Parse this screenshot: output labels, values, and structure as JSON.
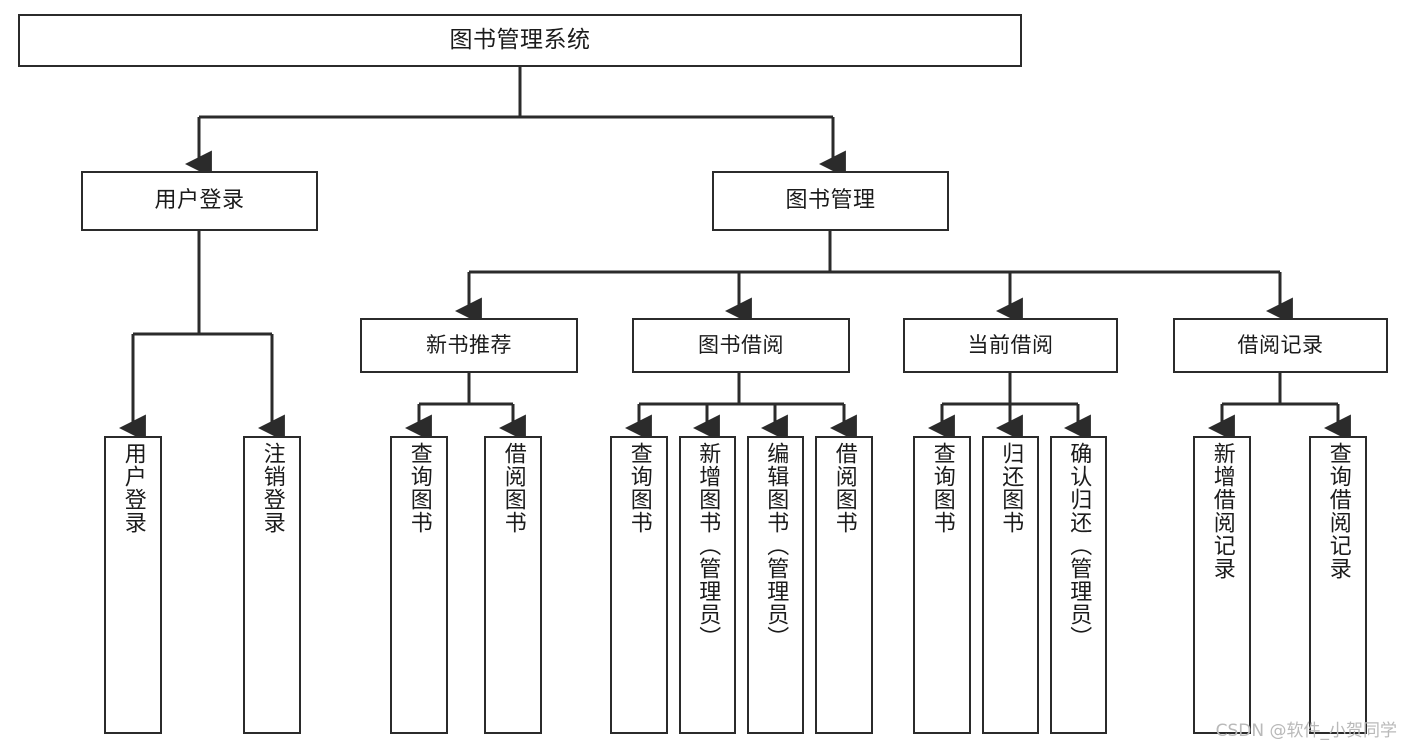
{
  "diagram": {
    "title_text": "图书管理系统",
    "watermark": "CSDN @软件_小贺同学",
    "stroke_color": "#2b2b2b",
    "fill_color": "#ffffff",
    "text_color": "#1b1b1b",
    "watermark_color": "#b9b9b9"
  },
  "nodes": {
    "root": {
      "label": "图书管理系统"
    },
    "level1": [
      {
        "id": "user-login",
        "label": "用户登录"
      },
      {
        "id": "book-management",
        "label": "图书管理"
      }
    ],
    "level2": [
      {
        "id": "new-book-recommend",
        "label": "新书推荐"
      },
      {
        "id": "book-borrow",
        "label": "图书借阅"
      },
      {
        "id": "current-borrow",
        "label": "当前借阅"
      },
      {
        "id": "borrow-record",
        "label": "借阅记录"
      }
    ],
    "leaves": {
      "user_login": [
        {
          "id": "leaf-user-login",
          "label": "用户登录"
        },
        {
          "id": "leaf-logout-login",
          "label": "注销登录"
        }
      ],
      "new_book_recommend": [
        {
          "id": "leaf-query-book-1",
          "label": "查询图书"
        },
        {
          "id": "leaf-borrow-book-1",
          "label": "借阅图书"
        }
      ],
      "book_borrow": [
        {
          "id": "leaf-query-book-2",
          "label": "查询图书"
        },
        {
          "id": "leaf-add-book-admin",
          "label": "新增图书（管理员）"
        },
        {
          "id": "leaf-edit-book-admin",
          "label": "编辑图书（管理员）"
        },
        {
          "id": "leaf-borrow-book-2",
          "label": "借阅图书"
        }
      ],
      "current_borrow": [
        {
          "id": "leaf-query-book-3",
          "label": "查询图书"
        },
        {
          "id": "leaf-return-book",
          "label": "归还图书"
        },
        {
          "id": "leaf-confirm-return-admin",
          "label": "确认归还（管理员）"
        }
      ],
      "borrow_record": [
        {
          "id": "leaf-add-borrow-record",
          "label": "新增借阅记录"
        },
        {
          "id": "leaf-query-borrow-record",
          "label": "查询借阅记录"
        }
      ]
    }
  }
}
